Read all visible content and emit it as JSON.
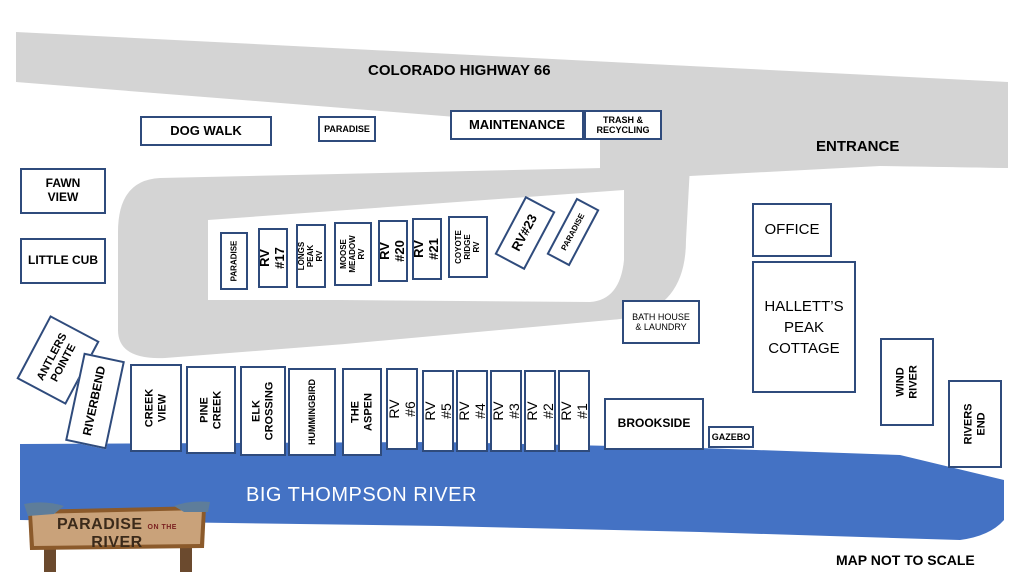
{
  "roads": {
    "highway_label": "COLORADO HIGHWAY 66",
    "entrance_label": "ENTRANCE"
  },
  "river": {
    "label": "BIG THOMPSON RIVER",
    "color": "#4472c4"
  },
  "road_color": "#d4d4d4",
  "border_color": "#2f4b7c",
  "sites": {
    "dog_walk": "DOG WALK",
    "paradise_top": "PARADISE",
    "maintenance": "MAINTENANCE",
    "trash": "TRASH &\nRECYCLING",
    "fawn_view": "FAWN\nVIEW",
    "little_cub": "LITTLE CUB",
    "office": "OFFICE",
    "hallett": "HALLETT’S\nPEAK\nCOTTAGE",
    "bath_house": "BATH HOUSE\n& LAUNDRY",
    "paradise_loop": "PARADISE",
    "rv17": "RV #17",
    "longs_peak": "LONGS\nPEAK RV",
    "moose_meadow": "MOOSE\nMEADOW\nRV",
    "rv20": "RV #20",
    "rv21": "RV #21",
    "coyote_ridge": "COYOTE\nRIDGE RV",
    "rv23": "RV#23",
    "paradise_tilt": "PARADISE",
    "antlers_pointe": "ANTLERS\nPOINTE",
    "riverbend": "RIVERBEND",
    "creek_view": "CREEK\nVIEW",
    "pine_creek": "PINE CREEK",
    "elk_crossing": "ELK\nCROSSING",
    "hummingbird": "HUMMINGBIRD",
    "the_aspen": "THE ASPEN",
    "rv6": "RV #6",
    "rv5": "RV #5",
    "rv4": "RV #4",
    "rv3": "RV #3",
    "rv2": "RV #2",
    "rv1": "RV #1",
    "brookside": "BROOKSIDE",
    "gazebo": "GAZEBO",
    "wind_river": "WIND RIVER",
    "rivers_end": "RIVERS END"
  },
  "logo": {
    "line1": "PARADISE",
    "line2_small": "ON THE",
    "line3": "RIVER"
  },
  "footer": {
    "scale_note": "MAP NOT TO SCALE"
  }
}
